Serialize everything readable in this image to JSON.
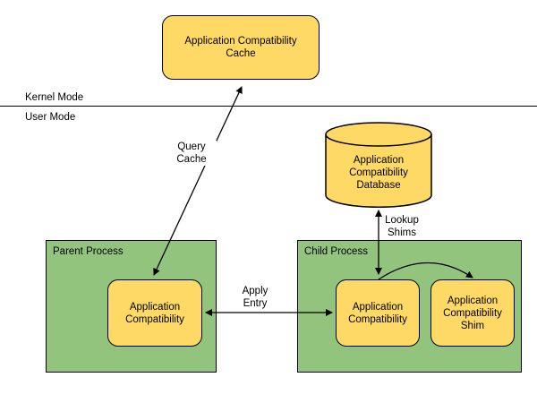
{
  "modes": {
    "kernel": "Kernel Mode",
    "user": "User Mode"
  },
  "nodes": {
    "cache": "Application Compatibility\nCache",
    "database": "Application\nCompatibility\nDatabase",
    "parent_appcompat": "Application\nCompatibility",
    "child_appcompat": "Application\nCompatibility",
    "shim": "Application\nCompatibility\nShim"
  },
  "containers": {
    "parent": "Parent Process",
    "child": "Child Process"
  },
  "edges": {
    "query_cache": "Query\nCache",
    "lookup_shims": "Lookup\nShims",
    "apply_entry": "Apply\nEntry"
  },
  "colors": {
    "node_fill": "#ffd966",
    "container_fill": "#93c47d"
  }
}
